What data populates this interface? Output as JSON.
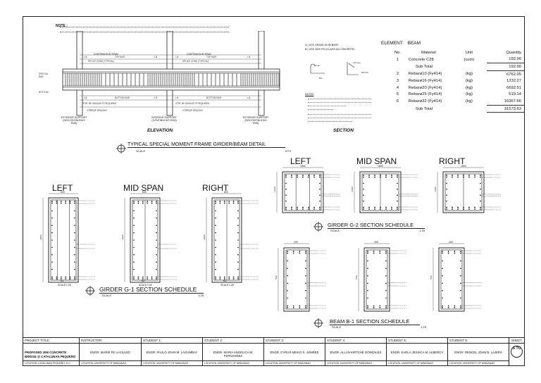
{
  "note_label": "NOTE :",
  "elevation": {
    "caption": "ELEVATION",
    "continuous_span_labels": [
      "CONTINUOUS SPAN",
      "CONTINUOUS SPAN"
    ],
    "support_labels": [
      "EXTERIOR SUPPORT (DISCONTINUOUS END)",
      "INTERIOR SUPPORT (CONTINUOUS END)",
      "EXTERIOR SUPPORT (DISCONTINUOUS END)"
    ]
  },
  "section": {
    "caption": "SECTION",
    "notes": [
      "A.) USE GRADE 60 REBARS",
      "B.) USE 3000 PSI (CLASS AA CONCRETE)"
    ],
    "notes_title": "NOTES"
  },
  "typical_title": {
    "title": "TYPICAL SPECIAL MOMENT FRAME GIRDER/BEAM DETAIL",
    "scale_label": "SCALE",
    "scale_value": "NTS"
  },
  "bom": {
    "element_label": "ELEMENT:",
    "element_value": "BEAM",
    "headers": {
      "no": "No.",
      "material": "Material",
      "unit": "Unit",
      "quantity": "Quantity"
    },
    "rows": [
      {
        "no": "1",
        "material": "Concrete C28",
        "unit": "(cum)",
        "quantity": "192.90"
      },
      {
        "no": "",
        "material": "Sub Total",
        "unit": "",
        "quantity": "192.90",
        "sub": true
      },
      {
        "no": "2",
        "material": "Rebarø10 (Fy414)",
        "unit": "(kg)",
        "quantity": "6762.05"
      },
      {
        "no": "3",
        "material": "Rebarø16 (Fy414)",
        "unit": "(kg)",
        "quantity": "1232.27"
      },
      {
        "no": "4",
        "material": "Rebarø20 (Fy414)",
        "unit": "(kg)",
        "quantity": "6692.51"
      },
      {
        "no": "5",
        "material": "Rebarø25 (Fy414)",
        "unit": "(kg)",
        "quantity": "519.14"
      },
      {
        "no": "6",
        "material": "Rebarø32 (Fy414)",
        "unit": "(kg)",
        "quantity": "16367.66"
      },
      {
        "no": "",
        "material": "Sub Total",
        "unit": "",
        "quantity": "31573.63",
        "sub": true
      }
    ]
  },
  "g1": {
    "labels": {
      "left": "LEFT",
      "mid": "MID SPAN",
      "right": "RIGHT"
    },
    "width_dim": "600",
    "height_dim": "1800",
    "beam_tags": [
      "B1",
      "B2",
      "B3"
    ],
    "scale_tag": "SCALE 1:25",
    "title": "GIRDER G-1 SECTION SCHEDULE",
    "scale_label": "SCALE",
    "scale_value": "1:25"
  },
  "g2": {
    "labels": {
      "left": "LEFT",
      "mid": "MID SPAN",
      "right": "RIGHT"
    },
    "width_dim": "1800",
    "height_dim": "1000",
    "title": "GIRDER G-2 SECTION SCHEDULE",
    "scale_label": "SCALE",
    "scale_value": "1:25"
  },
  "b1": {
    "width_dim": "400",
    "height_dim": "900",
    "title": "BEAM B-1 SECTION SCHEDULE",
    "scale_label": "SCALE",
    "scale_value": "1:25"
  },
  "title_block": {
    "project_title_label": "PROJECT TITLE:",
    "project_title": "PROPOSED 30M CONCRETE BRIDGE @ CATALUNAN PEQUEÑO",
    "location_project": "LOCATION: CATALUNAN PEQUEÑO, D.C.",
    "instructor_label": "INSTRUCTOR:",
    "instructor": "ENGR. MARIE FE LACSADO",
    "students": [
      {
        "label": "STUDENT 1:",
        "name": "ENGR. PAULO JOHN M. LAGUMBAY"
      },
      {
        "label": "STUDENT 2:",
        "name": "ENGR. MARIA ANGELICA M. FERNANDEZ"
      },
      {
        "label": "STUDENT 3:",
        "name": "ENGR. CYRUS MIKKO S. JUMREE"
      },
      {
        "label": "STUDENT 4:",
        "name": "ENGR. ALLAN KIRTCHE GONZALES"
      },
      {
        "label": "STUDENT 5:",
        "name": "ENGR. KARLA JESSICA M. ALBERCA"
      },
      {
        "label": "STUDENT 6:",
        "name": "ENGR. RENCEL JOHN B. LAJERA"
      }
    ],
    "location_school": "LOCATION: UNIVERSITY OF MINDANAO",
    "sheet_label": "SHEET",
    "sheet_code": "S TC"
  }
}
